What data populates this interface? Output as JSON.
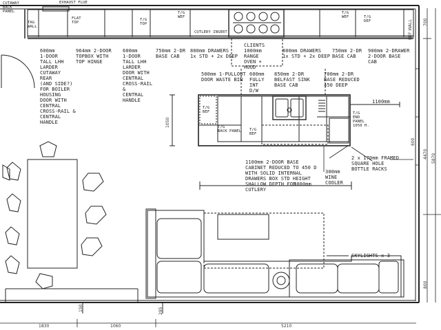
{
  "labels": {
    "cutaway_back_panel": "CUTAWAY\nBACK\nPANEL",
    "exhaust_flue": "EXHAUST FLUE",
    "tag_wall_1": "TAG\nWALL",
    "flat_top": "FLAT\nTOP",
    "tag_top": "T/G\nTOP",
    "tag_wef": "T/G\nWEF",
    "cutlery_insert": "CUTLERY INSERT",
    "tag_wef_2": "T/G\nWEF",
    "tag_def": "T/G\nDEF",
    "ref_wall_right": "REF WALL",
    "tall_larder_600": "600mm\n1-DOOR\nTALL LHH\nLARDER\nCUTAWAY\nREAR\n(AND SIDE?)\nFOR BOILER\nHOUSING\nDOOR WITH\nCENTRAL\nCROSS-RAIL &\nCENTRAL\nHANDLE",
    "topbox_964": "964mm 2-DOOR\nTOPBOX WITH\nTOP HINGE",
    "tall_larder_600b": "600mm\n1-DOOR\nTALL LHH\nLARDER\nDOOR WITH\nCENTRAL\nCROSS-RAIL\n&\nCENTRAL\nHANDLE",
    "base_cab_750": "750mm 2-DR\nBASE CAB",
    "drawers_800": "800mm DRAWERS\n1x STD + 2x DEEP",
    "client_hood": "CLIENTS\n1000mm\nRANGE\nOVEN +\nHOOD",
    "drawers_800b": "800mm DRAWERS\n1x STD + 2x DEEP",
    "base_cab_750b": "750mm 2-DR\nBASE CAB",
    "base_cab_900": "900mm 2-DRAWER\n2-DOOR BASE\nCAB",
    "pullout_500": "500mm 1-PULLOUT\nDOOR WASTE BIN",
    "fully_int_600": "600mm\nFULLY\nINT\nD/W",
    "belfast_850": "850mm 2-DR\nBELFAST SINK\nBASE CAB",
    "base_reduced_700": "700mm 2-DR\nBASE REDUCED\n450 DEEP",
    "dim_1100_right": "1100mm",
    "tag_bef": "T/G\nBEF",
    "dim_1050": "1050",
    "tag_end_panel": "T/G\nEND\nPANEL\n1050 H.",
    "tag_back_panel": "T/G\nBACK PANEL",
    "tag_bef_2": "T/G\nBEF",
    "bottle_racks": "2 x 170mm FRAMED\nSQUARE HOLE\nBOTTLE RACKS",
    "base_cab_1100": "1100mm 2-DOOR BASE\nCABINET REDUCED TO 450 D\nWITH SOLID INTERNAL\nDRAWERS BOX STD HEIGHT\nSHALLOW DEPTH FOR\nCUTLERY",
    "wine_cooler": "300mm\nWINE\nCOOLER",
    "dim_3000": "3000mm",
    "skylights": "SKYLIGHTS x 3",
    "dim_700": "700",
    "dim_4470": "4470",
    "dim_5870": "5870",
    "dim_800": "800",
    "dim_1830": "1830",
    "dim_1060": "1060",
    "dim_5210": "5210",
    "dim_150": "150",
    "dim_295": "295",
    "dim_600_r": "600"
  }
}
